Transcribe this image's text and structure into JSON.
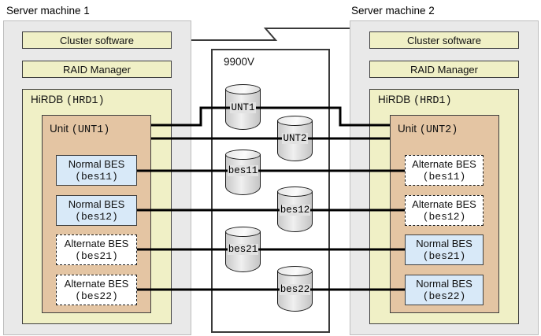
{
  "server1": {
    "title": "Server machine 1",
    "cluster": "Cluster software",
    "raid": "RAID Manager",
    "hirdb": {
      "label": "HiRDB",
      "code": "(HRD1)"
    },
    "unit": {
      "label": "Unit",
      "code": "(UNT1)"
    },
    "bes": [
      {
        "label": "Normal BES",
        "code": "(bes11)",
        "style": "normal"
      },
      {
        "label": "Normal BES",
        "code": "(bes12)",
        "style": "normal"
      },
      {
        "label": "Alternate BES",
        "code": "(bes21)",
        "style": "alternate"
      },
      {
        "label": "Alternate BES",
        "code": "(bes22)",
        "style": "alternate"
      }
    ]
  },
  "server2": {
    "title": "Server machine 2",
    "cluster": "Cluster software",
    "raid": "RAID Manager",
    "hirdb": {
      "label": "HiRDB",
      "code": "(HRD1)"
    },
    "unit": {
      "label": "Unit",
      "code": "(UNT2)"
    },
    "bes": [
      {
        "label": "Alternate BES",
        "code": "(bes11)",
        "style": "alternate"
      },
      {
        "label": "Alternate BES",
        "code": "(bes12)",
        "style": "alternate"
      },
      {
        "label": "Normal BES",
        "code": "(bes21)",
        "style": "normal"
      },
      {
        "label": "Normal BES",
        "code": "(bes22)",
        "style": "normal"
      }
    ]
  },
  "storage": {
    "title": "9900V",
    "disks": [
      {
        "label": "UNT1"
      },
      {
        "label": "UNT2"
      },
      {
        "label": "bes11"
      },
      {
        "label": "bes12"
      },
      {
        "label": "bes21"
      },
      {
        "label": "bes22"
      }
    ]
  },
  "colors": {
    "machine_bg": "#e9e9e9",
    "software_box": "#f0f0c6",
    "unit_box": "#e4c5a3",
    "normal_bes_box": "#d8e9f8",
    "alternate_bes_box": "#ffffff",
    "connection_line": "#000000",
    "cluster_link_line": "#3a3a3a"
  }
}
